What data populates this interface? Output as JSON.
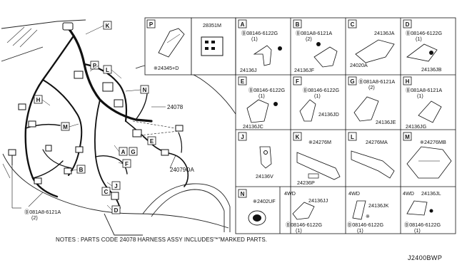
{
  "footer": {
    "note": "NOTES : PARTS CODE 24078 HARNESS ASSY INCLUDES\"*\"MARKED PARTS.",
    "diagram_ref": "J2400BWP"
  },
  "main": {
    "harness_label": "24078",
    "harness_sub_label": "24079OA",
    "bolt_label": "Ⓑ081A8-6121A",
    "bolt_qty": "(2)",
    "callouts": [
      "K",
      "P",
      "L",
      "N",
      "H",
      "M",
      "B",
      "A",
      "G",
      "E",
      "F",
      "J",
      "C",
      "D"
    ]
  },
  "top_panels": {
    "P": {
      "letter": "P",
      "part": "※24345+D"
    },
    "part_28351M": {
      "part": "28351M"
    }
  },
  "cells": [
    {
      "id": "A",
      "letter": "A",
      "parts": [
        "Ⓑ08146-6122G",
        "(1)",
        "24136J"
      ]
    },
    {
      "id": "B",
      "letter": "B",
      "parts": [
        "Ⓑ081A8-6121A",
        "(2)",
        "24136JF"
      ]
    },
    {
      "id": "C",
      "letter": "C",
      "parts": [
        "24136JA",
        "24020A"
      ]
    },
    {
      "id": "D",
      "letter": "D",
      "parts": [
        "Ⓑ08146-6122G",
        "(1)",
        "24136JB"
      ]
    },
    {
      "id": "E",
      "letter": "E",
      "parts": [
        "Ⓑ08146-6122G",
        "(1)",
        "24136JC"
      ]
    },
    {
      "id": "F",
      "letter": "F",
      "parts": [
        "Ⓑ08146-6122G",
        "(1)",
        "24136JD"
      ]
    },
    {
      "id": "G",
      "letter": "G",
      "parts": [
        "Ⓑ081A8-6121A",
        "(2)",
        "24136JE"
      ]
    },
    {
      "id": "H",
      "letter": "H",
      "parts": [
        "Ⓑ081A8-6121A",
        "(1)",
        "24136JG"
      ]
    },
    {
      "id": "J",
      "letter": "J",
      "parts": [
        "24136V"
      ]
    },
    {
      "id": "K",
      "letter": "K",
      "parts": [
        "※24276M",
        "24236P"
      ]
    },
    {
      "id": "L",
      "letter": "L",
      "parts": [
        "24276MA"
      ]
    },
    {
      "id": "M",
      "letter": "M",
      "parts": [
        "※24276MB"
      ]
    },
    {
      "id": "N",
      "letter": "N",
      "parts": [
        "※2402UF"
      ]
    },
    {
      "id": "4WD1",
      "letter": "4WD",
      "parts": [
        "24136JJ",
        "Ⓑ08146-6122G",
        "(1)"
      ]
    },
    {
      "id": "4WD2",
      "letter": "4WD",
      "parts": [
        "24136JK",
        "※",
        "Ⓑ08146-6122G",
        "(1)"
      ]
    },
    {
      "id": "4WD3",
      "letter": "4WD",
      "parts": [
        "24136JL",
        "Ⓑ08146-6122G",
        "(1)"
      ]
    }
  ]
}
